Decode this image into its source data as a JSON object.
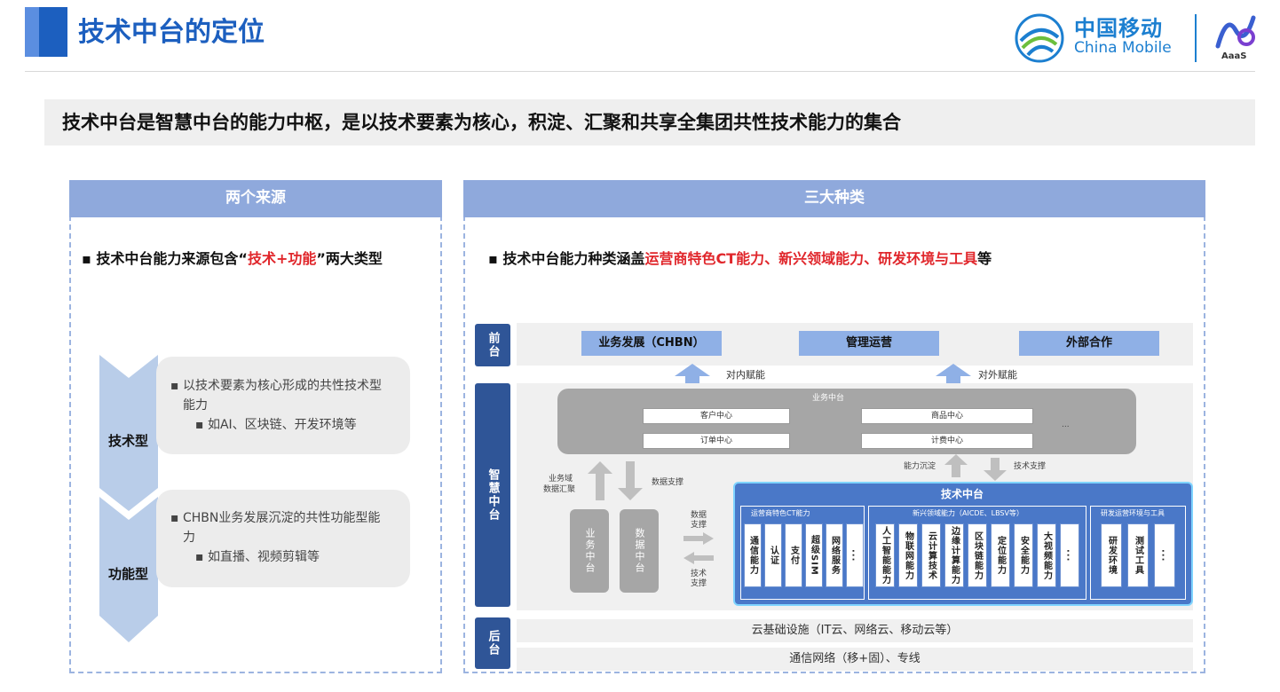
{
  "header": {
    "title": "技术中台的定位",
    "logo_cn": "中国移动",
    "logo_en": "China Mobile",
    "aams": "AaaS"
  },
  "banner": "技术中台是智慧中台的能力中枢，是以技术要素为核心，积淀、汇聚和共享全集团共性技术能力的集合",
  "left": {
    "heading": "两个来源",
    "bullet_pre": "技术中台能力来源包含“",
    "bullet_red": "技术+功能",
    "bullet_post": "”两大类型",
    "tech_label": "技术型",
    "tech_line1": "以技术要素为核心形成的共性技术型",
    "tech_line2": "能力",
    "tech_sub": "如AI、区块链、开发环境等",
    "func_label": "功能型",
    "func_line1": "CHBN业务发展沉淀的共性功能型能",
    "func_line2": "力",
    "func_sub": "如直播、视频剪辑等"
  },
  "right": {
    "heading": "三大种类",
    "bullet_pre": "技术中台能力种类涵盖",
    "bullet_red": "运营商特色CT能力、新兴领域能力、研发环境与工具",
    "bullet_post": "等",
    "front": "前台",
    "smart": "智慧中台",
    "back": "后台",
    "front_items": [
      "业务发展（CHBN）",
      "管理运营",
      "外部合作"
    ],
    "inner": "对内赋能",
    "outer": "对外赋能",
    "biz_center": "业务中台",
    "biz_chips": [
      "客户中心",
      "商品中心",
      "订单中心",
      "计费中心"
    ],
    "dots": "...",
    "cap_sink": "能力沉淀",
    "tech_support": "技术支撑",
    "biz_data": "业务域",
    "data_collect": "数据汇聚",
    "data_support": "数据支撑",
    "biz_mid": "业务中台",
    "data_mid": "数据中台",
    "data_sup2": "数据支撑",
    "tech_sup2": "技术支撑",
    "tech_center": "技术中台",
    "group1": "运营商特色CT能力",
    "group1_items": [
      "通信能力",
      "认证",
      "支付",
      "超级SIM",
      "网络服务",
      "..."
    ],
    "group2": "新兴领域能力（AICDE、LBSV等）",
    "group2_items": [
      "人工智能能力",
      "物联网能力",
      "云计算技术",
      "边缘计算能力",
      "区块链能力",
      "定位能力",
      "安全能力",
      "大视频能力",
      "..."
    ],
    "group3": "研发运营环境与工具",
    "group3_items": [
      "研发环境",
      "测试工具",
      "..."
    ],
    "cloud": "云基础设施（IT云、网络云、移动云等）",
    "network": "通信网络（移+固）、专线"
  }
}
